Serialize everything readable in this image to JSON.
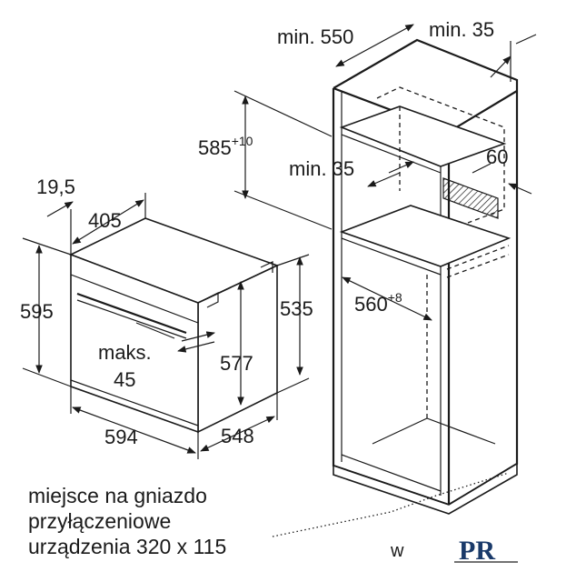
{
  "dimensions": {
    "min_550": "min. 550",
    "min_35_top": "min. 35",
    "h_585": "585",
    "h_585_tol": "+10",
    "min_35_mid": "min. 35",
    "d_60": "60",
    "d_19_5": "19,5",
    "d_405": "405",
    "h_595": "595",
    "h_535": "535",
    "w_560": "560",
    "w_560_tol": "+8",
    "maks_line1": "maks.",
    "maks_line2": "45",
    "h_577": "577",
    "w_594": "594",
    "d_548": "548"
  },
  "note": {
    "line1": "miejsce na gniazdo",
    "line2": "przyłączeniowe",
    "line3": "urządzenia 320 x 115"
  },
  "logo": {
    "text": "PR",
    "partial_text": "w"
  }
}
